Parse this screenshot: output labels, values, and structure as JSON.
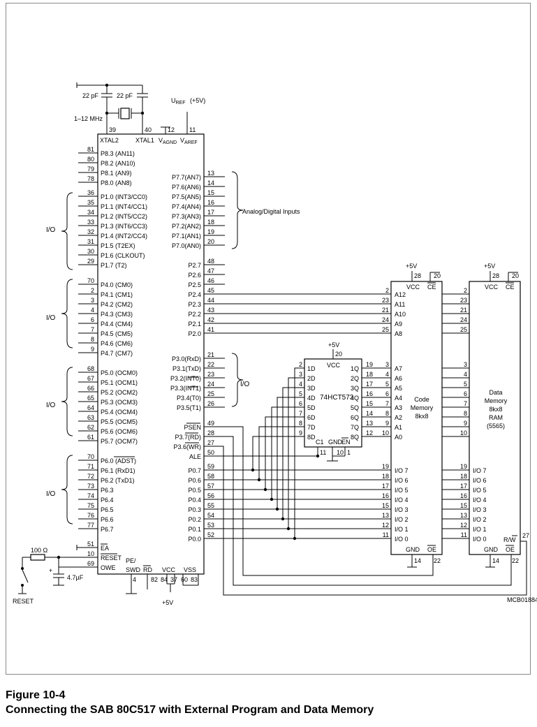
{
  "figure": {
    "number": "Figure 10-4",
    "title": "Connecting the SAB 80C517 with External Program and Data Memory",
    "drawing_code": "MCB01884"
  },
  "oscillator": {
    "cap1": "22 pF",
    "cap2": "22 pF",
    "freq": "1–12 MHz",
    "pin_xtal2": "39",
    "pin_xtal1": "40"
  },
  "vref": {
    "label_u": "U",
    "label_sub": "REF",
    "label_rest": " (+5V)"
  },
  "mcu": {
    "top_pins": [
      {
        "pin": "39",
        "label": "XTAL2"
      },
      {
        "pin": "40",
        "label": "XTAL1"
      },
      {
        "pin": "12",
        "label": "V",
        "sub": "AGND"
      },
      {
        "pin": "11",
        "label": "V",
        "sub": "AREF"
      }
    ],
    "p8": [
      {
        "pin": "81",
        "label": "P8.3 (AN11)"
      },
      {
        "pin": "80",
        "label": "P8.2 (AN10)"
      },
      {
        "pin": "79",
        "label": "P8.1 (AN9)"
      },
      {
        "pin": "78",
        "label": "P8.0 (AN8)"
      }
    ],
    "p1": [
      {
        "pin": "36",
        "label": "P1.0 (INT3/CC0)"
      },
      {
        "pin": "35",
        "label": "P1.1 (INT4/CC1)"
      },
      {
        "pin": "34",
        "label": "P1.2 (INT5/CC2)"
      },
      {
        "pin": "33",
        "label": "P1.3 (INT6/CC3)"
      },
      {
        "pin": "32",
        "label": "P1.4 (INT2/CC4)"
      },
      {
        "pin": "31",
        "label": "P1.5 (T2EX)"
      },
      {
        "pin": "30",
        "label": "P1.6 (CLKOUT)"
      },
      {
        "pin": "29",
        "label": "P1.7 (T2)"
      }
    ],
    "p4": [
      {
        "pin": "70",
        "label": "P4.0 (CM0)"
      },
      {
        "pin": "2",
        "label": "P4.1 (CM1)"
      },
      {
        "pin": "3",
        "label": "P4.2 (CM2)"
      },
      {
        "pin": "4",
        "label": "P4.3 (CM3)"
      },
      {
        "pin": "6",
        "label": "P4.4 (CM4)"
      },
      {
        "pin": "7",
        "label": "P4.5 (CM5)"
      },
      {
        "pin": "8",
        "label": "P4.6 (CM6)"
      },
      {
        "pin": "9",
        "label": "P4.7 (CM7)"
      }
    ],
    "p5": [
      {
        "pin": "68",
        "label": "P5.0 (OCM0)"
      },
      {
        "pin": "67",
        "label": "P5.1 (OCM1)"
      },
      {
        "pin": "66",
        "label": "P5.2 (OCM2)"
      },
      {
        "pin": "65",
        "label": "P5.3 (OCM3)"
      },
      {
        "pin": "64",
        "label": "P5.4 (OCM4)"
      },
      {
        "pin": "63",
        "label": "P5.5 (OCM5)"
      },
      {
        "pin": "62",
        "label": "P5.6 (OCM6)"
      },
      {
        "pin": "61",
        "label": "P5.7 (OCM7)"
      }
    ],
    "p6": [
      {
        "pin": "70",
        "label": "P6.0 (ADST)"
      },
      {
        "pin": "71",
        "label": "P6.1 (RxD1)"
      },
      {
        "pin": "72",
        "label": "P6.2 (TxD1)"
      },
      {
        "pin": "73",
        "label": "P6.3"
      },
      {
        "pin": "74",
        "label": "P6.4"
      },
      {
        "pin": "75",
        "label": "P6.5"
      },
      {
        "pin": "76",
        "label": "P6.6"
      },
      {
        "pin": "77",
        "label": "P6.7"
      }
    ],
    "ctrl_left": [
      {
        "pin": "51",
        "label": "EA"
      },
      {
        "pin": "10",
        "label": "RESET"
      },
      {
        "pin": "69",
        "label": "OWE"
      }
    ],
    "p7": [
      {
        "pin": "13",
        "label": "P7.7(AN7)"
      },
      {
        "pin": "14",
        "label": "P7.6(AN6)"
      },
      {
        "pin": "15",
        "label": "P7.5(AN5)"
      },
      {
        "pin": "16",
        "label": "P7.4(AN4)"
      },
      {
        "pin": "17",
        "label": "P7.3(AN3)"
      },
      {
        "pin": "18",
        "label": "P7.2(AN2)"
      },
      {
        "pin": "19",
        "label": "P7.1(AN1)"
      },
      {
        "pin": "20",
        "label": "P7.0(AN0)"
      }
    ],
    "p2": [
      {
        "pin": "48",
        "label": "P2.7"
      },
      {
        "pin": "47",
        "label": "P2.6"
      },
      {
        "pin": "46",
        "label": "P2.5"
      },
      {
        "pin": "45",
        "label": "P2.4"
      },
      {
        "pin": "44",
        "label": "P2.3"
      },
      {
        "pin": "43",
        "label": "P2.2"
      },
      {
        "pin": "42",
        "label": "P2.1"
      },
      {
        "pin": "41",
        "label": "P2.0"
      }
    ],
    "p3": [
      {
        "pin": "21",
        "label": "P3.0(RxD)"
      },
      {
        "pin": "22",
        "label": "P3.1(TxD)"
      },
      {
        "pin": "23",
        "label": "P3.2(INT0)"
      },
      {
        "pin": "24",
        "label": "P3.3(INT1)"
      },
      {
        "pin": "25",
        "label": "P3.4(T0)"
      },
      {
        "pin": "26",
        "label": "P3.5(T1)"
      }
    ],
    "ctrl_right": [
      {
        "pin": "49",
        "label": "PSEN"
      },
      {
        "pin": "28",
        "label": "P3.7(RD)"
      },
      {
        "pin": "27",
        "label": "P3.6(WR)"
      },
      {
        "pin": "50",
        "label": "ALE"
      }
    ],
    "p0": [
      {
        "pin": "59",
        "label": "P0.7"
      },
      {
        "pin": "58",
        "label": "P0.6"
      },
      {
        "pin": "57",
        "label": "P0.5"
      },
      {
        "pin": "56",
        "label": "P0.4"
      },
      {
        "pin": "55",
        "label": "P0.3"
      },
      {
        "pin": "54",
        "label": "P0.2"
      },
      {
        "pin": "53",
        "label": "P0.1"
      },
      {
        "pin": "52",
        "label": "P0.0"
      }
    ],
    "bottom_pins": [
      {
        "pin": "4",
        "label": "PE/"
      },
      {
        "pin": "",
        "label": "SWD"
      },
      {
        "pin": "82",
        "label": "RD"
      },
      {
        "pin": "84",
        "label": "VCC"
      },
      {
        "pin": "37",
        "label": ""
      },
      {
        "pin": "60",
        "label": "VSS"
      },
      {
        "pin": "83",
        "label": ""
      }
    ],
    "vcc_label": "+5V"
  },
  "groups": {
    "io": "I/O",
    "analog": "Analog/Digital  Inputs"
  },
  "latch": {
    "name": "74HCT573",
    "vcc": "VCC",
    "supply": "+5V",
    "vcc_pin": "20",
    "d_pins": [
      "2",
      "3",
      "4",
      "5",
      "6",
      "7",
      "8",
      "9"
    ],
    "d_labels": [
      "1D",
      "2D",
      "3D",
      "4D",
      "5D",
      "6D",
      "7D",
      "8D"
    ],
    "q_pins": [
      "19",
      "18",
      "17",
      "16",
      "15",
      "14",
      "13",
      "12"
    ],
    "q_labels": [
      "1Q",
      "2Q",
      "3Q",
      "4Q",
      "5Q",
      "6Q",
      "7Q",
      "8Q"
    ],
    "c1": "C1",
    "gnd": "GND",
    "en": "EN",
    "c1_pin": "11",
    "gnd_pin": "10",
    "en_pin": "1"
  },
  "code_mem": {
    "title": [
      "Code",
      "Memory",
      "8kx8"
    ],
    "supply": "+5V",
    "vcc": "VCC",
    "vcc_pin": "28",
    "ce": "CE",
    "ce_pin": "20",
    "addr_hi": [
      {
        "pin": "2",
        "label": "A12"
      },
      {
        "pin": "23",
        "label": "A11"
      },
      {
        "pin": "21",
        "label": "A10"
      },
      {
        "pin": "24",
        "label": "A9"
      },
      {
        "pin": "25",
        "label": "A8"
      }
    ],
    "addr_lo": [
      {
        "pin": "3",
        "label": "A7"
      },
      {
        "pin": "4",
        "label": "A6"
      },
      {
        "pin": "5",
        "label": "A5"
      },
      {
        "pin": "6",
        "label": "A4"
      },
      {
        "pin": "7",
        "label": "A3"
      },
      {
        "pin": "8",
        "label": "A2"
      },
      {
        "pin": "9",
        "label": "A1"
      },
      {
        "pin": "10",
        "label": "A0"
      }
    ],
    "io": [
      {
        "pin": "19",
        "label": "I/O 7"
      },
      {
        "pin": "18",
        "label": "I/O 6"
      },
      {
        "pin": "17",
        "label": "I/O 5"
      },
      {
        "pin": "16",
        "label": "I/O 4"
      },
      {
        "pin": "15",
        "label": "I/O 3"
      },
      {
        "pin": "13",
        "label": "I/O 2"
      },
      {
        "pin": "12",
        "label": "I/O 1"
      },
      {
        "pin": "11",
        "label": "I/O 0"
      }
    ],
    "gnd": "GND",
    "gnd_pin": "14",
    "oe": "OE",
    "oe_pin": "22"
  },
  "data_mem": {
    "title": [
      "Data",
      "Memory",
      "8kx8",
      "RAM",
      "(5565)"
    ],
    "supply": "+5V",
    "vcc": "VCC",
    "vcc_pin": "28",
    "ce": "CE",
    "ce_pin": "20",
    "addr_hi_pins": [
      "2",
      "23",
      "21",
      "24",
      "25"
    ],
    "addr_lo_pins": [
      "3",
      "4",
      "5",
      "6",
      "7",
      "8",
      "9",
      "10"
    ],
    "io": [
      {
        "pin": "19",
        "label": "I/O 7"
      },
      {
        "pin": "18",
        "label": "I/O 6"
      },
      {
        "pin": "17",
        "label": "I/O 5"
      },
      {
        "pin": "16",
        "label": "I/O 4"
      },
      {
        "pin": "15",
        "label": "I/O 3"
      },
      {
        "pin": "13",
        "label": "I/O 2"
      },
      {
        "pin": "12",
        "label": "I/O 1"
      },
      {
        "pin": "11",
        "label": "I/O 0"
      }
    ],
    "rw": "R/W",
    "rw_pin": "27",
    "gnd": "GND",
    "gnd_pin": "14",
    "oe": "OE",
    "oe_pin": "22"
  },
  "reset_circuit": {
    "resistor": "100 Ω",
    "cap": "4.7µF",
    "switch_label": "RESET"
  }
}
